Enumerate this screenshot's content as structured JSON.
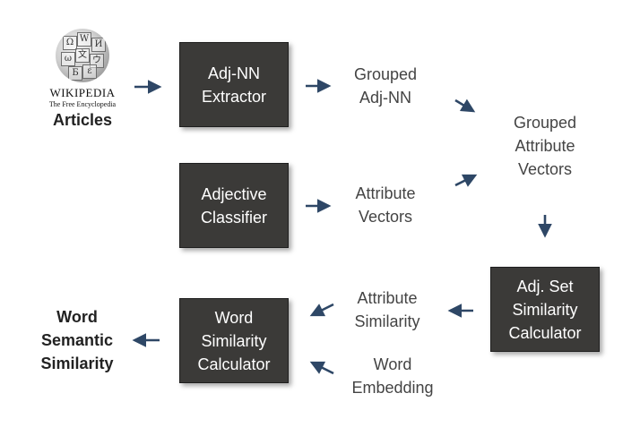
{
  "source": {
    "logo_wordmark": "WIKIPEDIA",
    "logo_tagline": "The Free Encyclopedia",
    "label": "Articles"
  },
  "boxes": {
    "adj_nn_extractor": [
      "Adj-NN",
      "Extractor"
    ],
    "adjective_classifier": [
      "Adjective",
      "Classifier"
    ],
    "word_similarity_calculator": [
      "Word",
      "Similarity",
      "Calculator"
    ],
    "adj_set_similarity_calculator": [
      "Adj. Set",
      "Similarity",
      "Calculator"
    ]
  },
  "labels": {
    "grouped_adj_nn": [
      "Grouped",
      "Adj-NN"
    ],
    "grouped_attribute_vectors": [
      "Grouped",
      "Attribute",
      "Vectors"
    ],
    "attribute_vectors": [
      "Attribute",
      "Vectors"
    ],
    "attribute_similarity": [
      "Attribute",
      "Similarity"
    ],
    "word_embedding": [
      "Word",
      "Embedding"
    ]
  },
  "output": {
    "label": [
      "Word",
      "Semantic",
      "Similarity"
    ]
  },
  "colors": {
    "box_fill": "#3b3a38",
    "box_text": "#ffffff",
    "arrow": "#2e4766",
    "label_text": "#444444"
  }
}
